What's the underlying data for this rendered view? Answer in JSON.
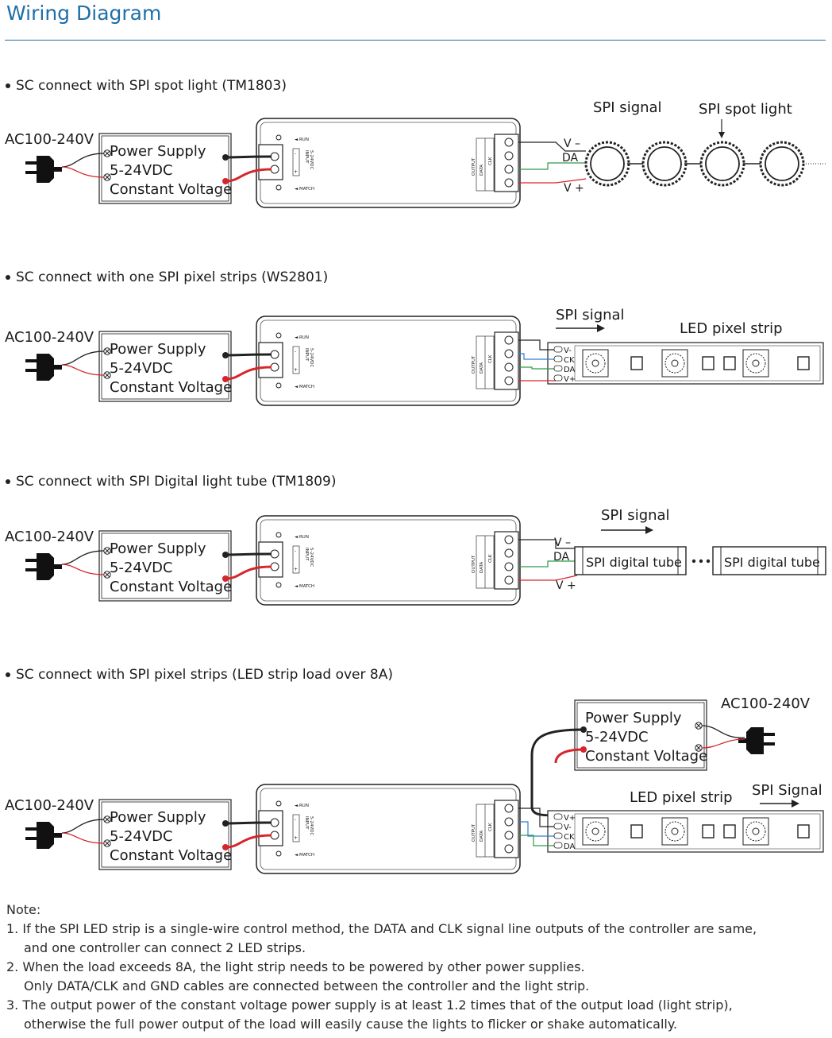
{
  "title": "Wiring Diagram",
  "sections": [
    {
      "heading": "SC connect with SPI spot light (TM1803)",
      "signal_label": "SPI signal",
      "load_label": "SPI spot light",
      "wire_labels": [
        "V –",
        "DA",
        "V +"
      ]
    },
    {
      "heading": "SC connect with one SPI pixel strips (WS2801)",
      "signal_label": "SPI signal",
      "load_label": "LED pixel strip",
      "wire_labels": [
        "V-",
        "CK",
        "DA",
        "V+"
      ]
    },
    {
      "heading": "SC connect with SPI Digital light tube (TM1809)",
      "signal_label": "SPI signal",
      "load_label": "SPI digital tube",
      "wire_labels": [
        "V –",
        "DA",
        "V +"
      ]
    },
    {
      "heading": "SC connect with SPI pixel strips (LED strip load over 8A)",
      "signal_label": "SPI Signal",
      "load_label": "LED pixel strip",
      "wire_labels": [
        "V+",
        "V-",
        "CK",
        "DA"
      ]
    }
  ],
  "ac_label": "AC100-240V",
  "power_supply": {
    "line1": "Power Supply",
    "line2": "5-24VDC",
    "line3": "Constant Voltage"
  },
  "controller": {
    "run": "RUN",
    "match": "MATCH",
    "input": "INPUT",
    "input_v": "5-24VDC",
    "output": "OUTPUT",
    "data": "DATA",
    "clk": "CLK",
    "minus": "-",
    "plus": "+"
  },
  "colors": {
    "title": "#1f6fa8",
    "wire_black": "#222222",
    "wire_red": "#d6262b",
    "wire_green": "#2e9a4a",
    "wire_blue": "#2a7fd0"
  },
  "notes": {
    "heading": "Note:",
    "items": [
      "1. If the SPI LED strip is a single-wire control method, the DATA and CLK signal line outputs of the controller are same,",
      "and one controller can connect 2 LED strips.",
      "2. When the load exceeds 8A, the light strip needs to be powered by other power supplies.",
      "Only DATA/CLK and GND cables are connected between the controller and the light strip.",
      "3. The output power of the constant voltage power supply is at least 1.2 times that of the output load (light strip),",
      "otherwise the full power output of the load will easily cause the lights to flicker or shake automatically."
    ]
  }
}
